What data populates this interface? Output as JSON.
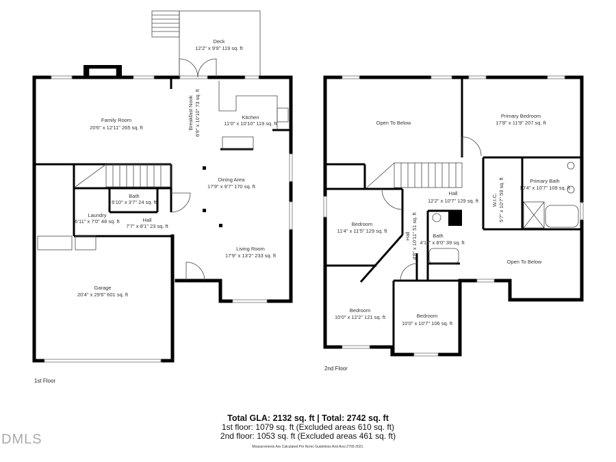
{
  "floors": [
    {
      "label": "1st Floor",
      "rooms": [
        {
          "name": "Deck",
          "dims": "12'2\" x 9'9\" 119 sq. ft"
        },
        {
          "name": "Family Room",
          "dims": "20'6\" x 12'11\" 265 sq. ft"
        },
        {
          "name": "Breakfast Nook",
          "dims": "6'9\" x 10'10\" 73 sq. ft"
        },
        {
          "name": "Kitchen",
          "dims": "11'0\" x 10'10\" 119 sq. ft"
        },
        {
          "name": "Dining Area",
          "dims": "17'9\" x 9'7\" 170 sq. ft"
        },
        {
          "name": "Bath",
          "dims": "6'10\" x 3'7\" 24 sq. ft"
        },
        {
          "name": "Laundry",
          "dims": "6'11\" x 7'0\" 48 sq. ft"
        },
        {
          "name": "Hall",
          "dims": "7'7\" x 8'1\" 23 sq. ft"
        },
        {
          "name": "Living Room",
          "dims": "17'9\" x 13'2\" 233 sq. ft"
        },
        {
          "name": "Garage",
          "dims": "20'4\" x 29'6\" 601 sq. ft"
        }
      ]
    },
    {
      "label": "2nd Floor",
      "rooms": [
        {
          "name": "Open To Below",
          "dims": ""
        },
        {
          "name": "Primary Bedroom",
          "dims": "17'8\" x 11'9\" 207 sq. ft"
        },
        {
          "name": "Primary Bath",
          "dims": "10'4\" x 10'7\" 109 sq. ft"
        },
        {
          "name": "W.I.C.",
          "dims": "5'7\" x 10'7\" 59 sq. ft"
        },
        {
          "name": "Hall",
          "dims": "12'2\" x 10'7\" 129 sq. ft"
        },
        {
          "name": "Bedroom",
          "dims": "11'4\" x 11'5\" 129 sq. ft"
        },
        {
          "name": "Hall",
          "dims": "4'8\" x 10'11\" 51 sq. ft"
        },
        {
          "name": "Bath",
          "dims": "4'11\" x 8'0\" 39 sq. ft"
        },
        {
          "name": "Open To Below",
          "dims": ""
        },
        {
          "name": "Bedroom",
          "dims": "10'0\" x 12'2\" 121 sq. ft"
        },
        {
          "name": "Bedroom",
          "dims": "10'0\" x 10'7\" 106 sq. ft"
        }
      ]
    }
  ],
  "summary": {
    "total": "Total GLA: 2132 sq. ft | Total: 2742 sq. ft",
    "first": "1st floor: 1079 sq. ft (Excluded areas 610 sq. ft)",
    "second": "2nd floor: 1053 sq. ft (Excluded areas 461 sq. ft)",
    "note": "Measurements Are Calculated Per Ncrec Guidelines And Ansi Z765-2021."
  },
  "logo": "DMLS"
}
